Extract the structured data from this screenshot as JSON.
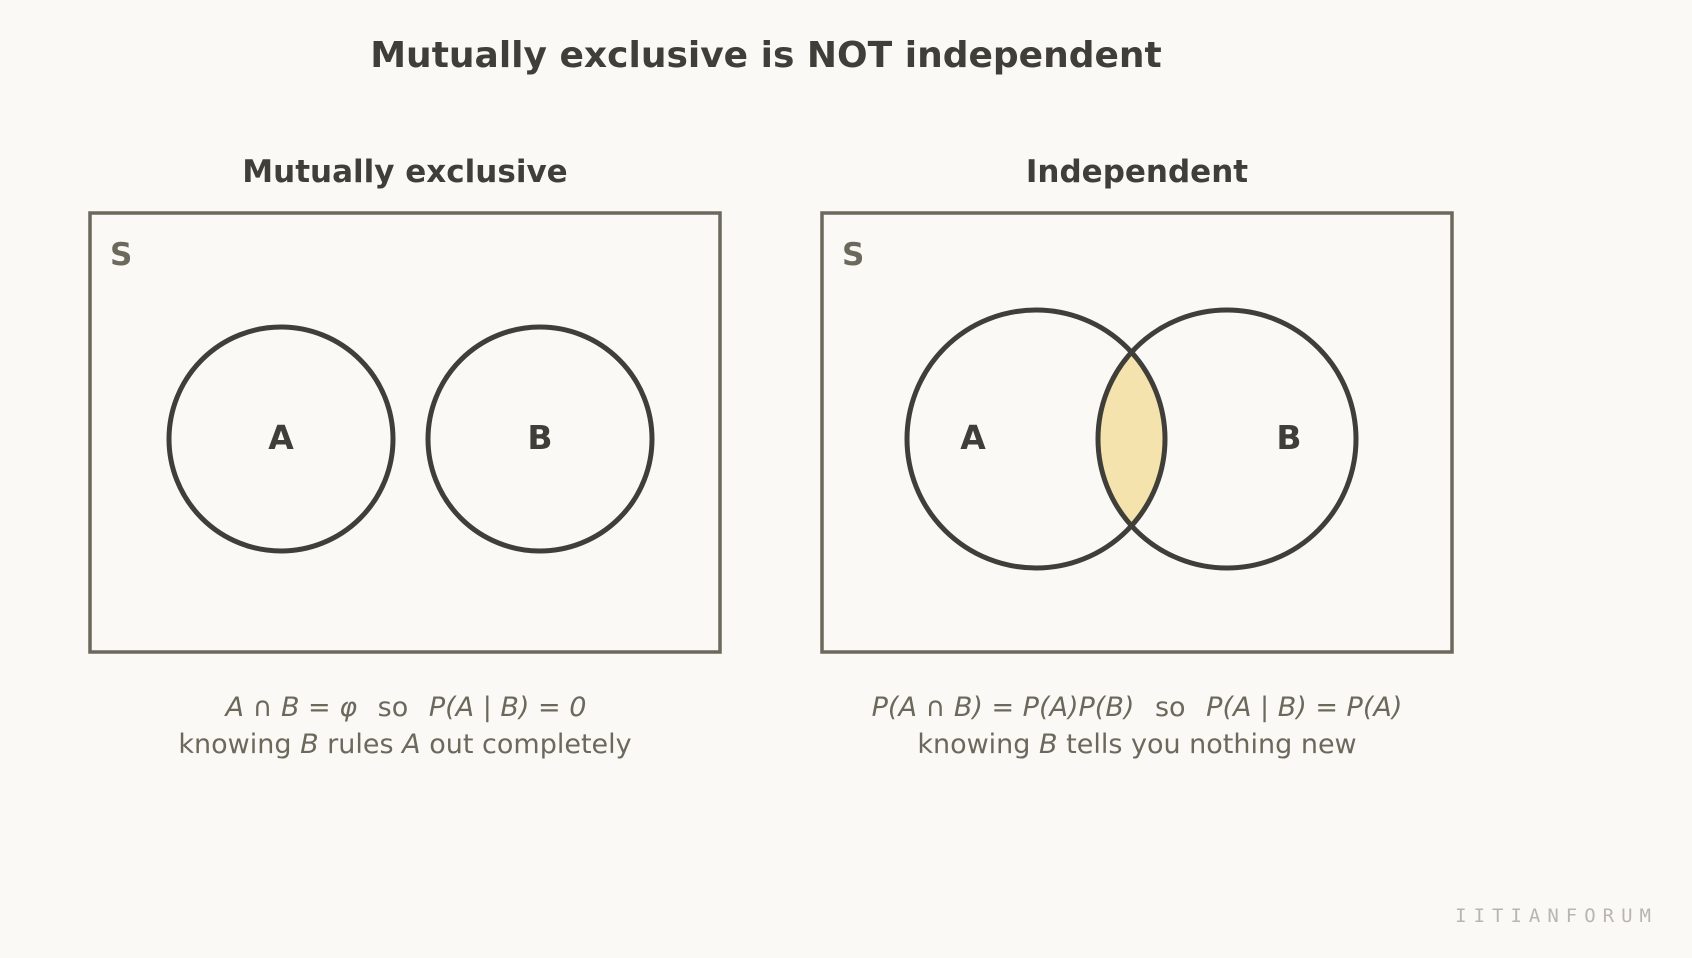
{
  "title": "Mutually exclusive is NOT independent",
  "colors": {
    "background": "#faf9f5",
    "ink": "#403e38",
    "frame": "#6b695c",
    "overlap_fill": "#f4e3ad",
    "watermark": "#b8b6ae"
  },
  "panels": [
    {
      "heading": "Mutually exclusive",
      "sample_space_label": "S",
      "set_a_label": "A",
      "set_b_label": "B",
      "caption": {
        "line1": {
          "lhs": "A ∩ B = φ",
          "joiner": "so",
          "rhs": "P(A | B) = 0"
        },
        "line2": {
          "prefix": "knowing ",
          "b": "B",
          "middle": " rules ",
          "a": "A",
          "suffix": " out completely"
        }
      }
    },
    {
      "heading": "Independent",
      "sample_space_label": "S",
      "set_a_label": "A",
      "set_b_label": "B",
      "caption": {
        "line1": {
          "lhs": "P(A ∩ B) = P(A)P(B)",
          "joiner": "so",
          "rhs": "P(A | B) = P(A)"
        },
        "line2": {
          "prefix": "knowing ",
          "b": "B",
          "middle": " tells you nothing new",
          "a": "",
          "suffix": ""
        }
      }
    }
  ],
  "watermark": "IITIANFORUM"
}
